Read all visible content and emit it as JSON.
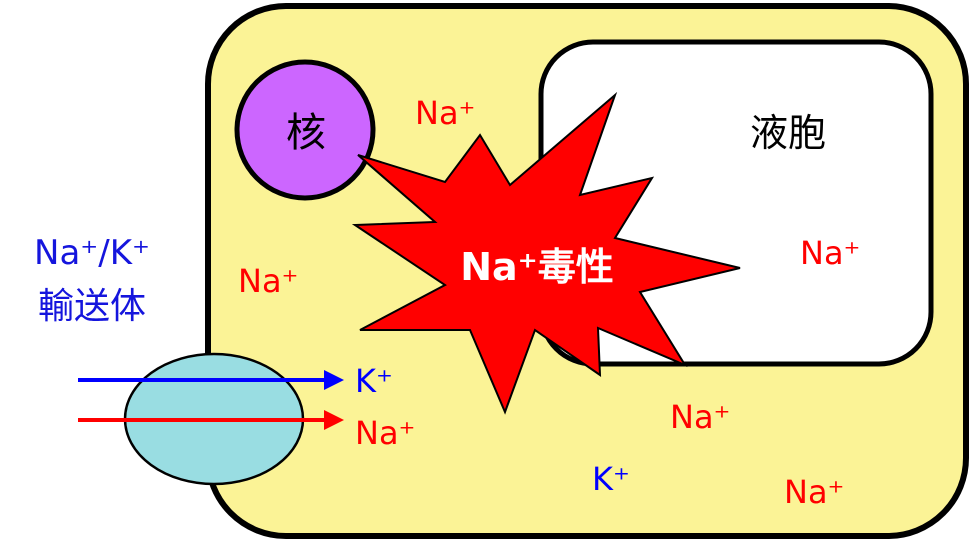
{
  "cell": {
    "nucleus_label": "核",
    "vacuole_label": "液胞",
    "burst_label": "Na⁺毒性"
  },
  "transporter": {
    "label_line1": "Na⁺/K⁺",
    "label_line2": "輸送体",
    "arrow_k_label": "K⁺",
    "arrow_na_label": "Na⁺"
  },
  "ions": {
    "na_top": "Na⁺",
    "na_left": "Na⁺",
    "na_vacuole": "Na⁺",
    "na_bottom_mid": "Na⁺",
    "k_bottom": "K⁺",
    "na_bottom_right": "Na⁺"
  },
  "colors": {
    "cytoplasm": "#FBF396",
    "nucleus": "#CC66FF",
    "vacuole": "#FFFFFF",
    "burst": "#FF0000",
    "transporter": "#99DDE2",
    "k_color": "#0000FF",
    "na_color": "#FF0000",
    "label_blue": "#1515DD"
  }
}
